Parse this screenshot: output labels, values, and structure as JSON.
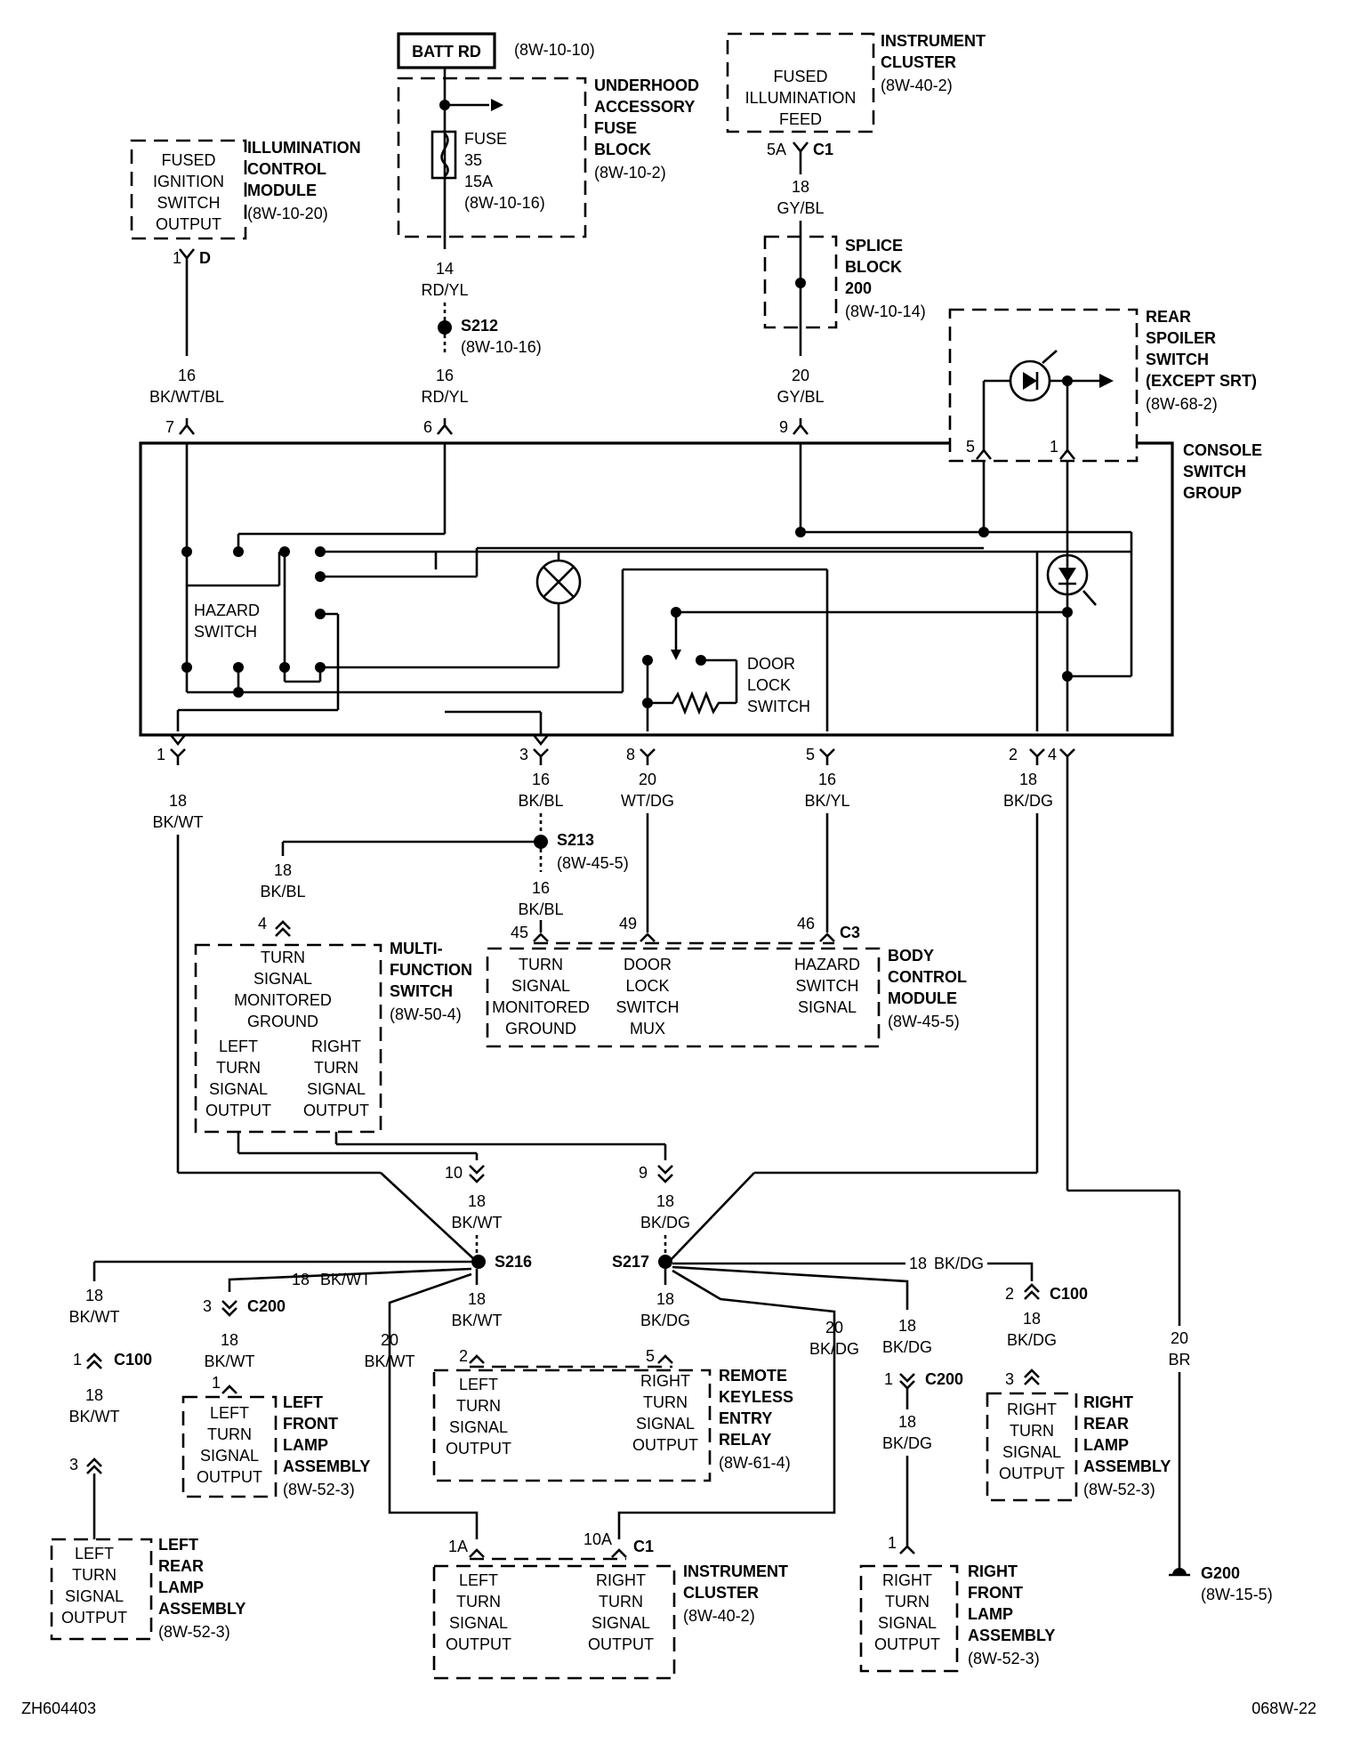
{
  "sources": {
    "batt_rd": "BATT RD",
    "batt_ref": "(8W-10-10)",
    "uafb": {
      "lines": [
        "UNDERHOOD",
        "ACCESSORY",
        "FUSE",
        "BLOCK"
      ],
      "ref": "(8W-10-2)",
      "fuse": [
        "FUSE",
        "35",
        "15A",
        "(8W-10-16)"
      ]
    },
    "icm": {
      "inside": [
        "FUSED",
        "IGNITION",
        "SWITCH",
        "OUTPUT"
      ],
      "lines": [
        "ILLUMINATION",
        "CONTROL",
        "MODULE"
      ],
      "ref": "(8W-10-20)",
      "pin": "1",
      "conn": "D"
    },
    "ic_top": {
      "inside": [
        "FUSED",
        "ILLUMINATION",
        "FEED"
      ],
      "lines": [
        "INSTRUMENT",
        "CLUSTER"
      ],
      "ref": "(8W-40-2)",
      "pin": "5A",
      "conn": "C1"
    },
    "splice200": {
      "lines": [
        "SPLICE",
        "BLOCK",
        "200"
      ],
      "ref": "(8W-10-14)"
    },
    "spoiler": {
      "lines": [
        "REAR",
        "SPOILER",
        "SWITCH",
        "(EXCEPT SRT)"
      ],
      "ref": "(8W-68-2)",
      "pin_a": "5",
      "pin_b": "1"
    }
  },
  "wires_top": {
    "w1": [
      "14",
      "RD/YL"
    ],
    "s212": {
      "name": "S212",
      "ref": "(8W-10-16)"
    },
    "w2": [
      "16",
      "RD/YL"
    ],
    "w3": [
      "16",
      "BK/WT/BL"
    ],
    "w4": [
      "18",
      "GY/BL"
    ],
    "w5": [
      "20",
      "GY/BL"
    ],
    "pins": [
      "7",
      "6",
      "9"
    ]
  },
  "csg": {
    "lines": [
      "CONSOLE",
      "SWITCH",
      "GROUP"
    ],
    "hazard": [
      "HAZARD",
      "SWITCH"
    ],
    "doorlock": [
      "DOOR",
      "LOCK",
      "SWITCH"
    ],
    "bottom_pins": [
      "1",
      "3",
      "8",
      "5",
      "2",
      "4"
    ]
  },
  "wires_mid": {
    "p1": [
      "18",
      "BK/WT"
    ],
    "p3": [
      "16",
      "BK/BL"
    ],
    "p8": [
      "20",
      "WT/DG"
    ],
    "p5": [
      "16",
      "BK/YL"
    ],
    "p2": [
      "18",
      "BK/DG"
    ],
    "s213": {
      "name": "S213",
      "ref": "(8W-45-5)"
    },
    "s213_left": [
      "18",
      "BK/BL"
    ],
    "s213_down": [
      "16",
      "BK/BL"
    ]
  },
  "mfs": {
    "pin": "4",
    "inside": [
      "TURN",
      "SIGNAL",
      "MONITORED",
      "GROUND"
    ],
    "left": [
      "LEFT",
      "TURN",
      "SIGNAL",
      "OUTPUT"
    ],
    "right": [
      "RIGHT",
      "TURN",
      "SIGNAL",
      "OUTPUT"
    ],
    "lines": [
      "MULTI-",
      "FUNCTION",
      "SWITCH"
    ],
    "ref": "(8W-50-4)",
    "out_pins": [
      "10",
      "9"
    ]
  },
  "bcm": {
    "pins": [
      "45",
      "49",
      "46"
    ],
    "conn": "C3",
    "col1": [
      "TURN",
      "SIGNAL",
      "MONITORED",
      "GROUND"
    ],
    "col2": [
      "DOOR",
      "LOCK",
      "SWITCH",
      "MUX"
    ],
    "col3": [
      "HAZARD",
      "SWITCH",
      "SIGNAL"
    ],
    "lines": [
      "BODY",
      "CONTROL",
      "MODULE"
    ],
    "ref": "(8W-45-5)"
  },
  "splices_low": {
    "s216": "S216",
    "s217": "S217",
    "w216": [
      "18",
      "BK/WT"
    ],
    "w217": [
      "18",
      "BK/DG"
    ],
    "br": [
      "20",
      "BR"
    ]
  },
  "lower": {
    "lr_wire1": [
      "18",
      "BK/WT"
    ],
    "lr_pin1": "1",
    "lr_conn1": "C100",
    "lr_wire2": [
      "18",
      "BK/WT"
    ],
    "lr_pin2": "3",
    "lr": {
      "inside": [
        "LEFT",
        "TURN",
        "SIGNAL",
        "OUTPUT"
      ],
      "lines": [
        "LEFT",
        "REAR",
        "LAMP",
        "ASSEMBLY"
      ],
      "ref": "(8W-52-3)"
    },
    "lf_top": [
      "18",
      "BK/WT"
    ],
    "lf_pin": "3",
    "lf_conn": "C200",
    "lf_wire": [
      "18",
      "BK/WT"
    ],
    "lf_pin2": "1",
    "lf": {
      "inside": [
        "LEFT",
        "TURN",
        "SIGNAL",
        "OUTPUT"
      ],
      "lines": [
        "LEFT",
        "FRONT",
        "LAMP",
        "ASSEMBLY"
      ],
      "ref": "(8W-52-3)"
    },
    "ic_left_wire": [
      "20",
      "BK/WT"
    ],
    "rke_wire_l": [
      "18",
      "BK/WT"
    ],
    "rke_wire_r": [
      "18",
      "BK/DG"
    ],
    "rke_pin_l": "2",
    "rke_pin_r": "5",
    "rke": {
      "left": [
        "LEFT",
        "TURN",
        "SIGNAL",
        "OUTPUT"
      ],
      "right": [
        "RIGHT",
        "TURN",
        "SIGNAL",
        "OUTPUT"
      ],
      "lines": [
        "REMOTE",
        "KEYLESS",
        "ENTRY",
        "RELAY"
      ],
      "ref": "(8W-61-4)"
    },
    "ic_right_wire": [
      "20",
      "BK/DG"
    ],
    "rf_wire1": [
      "18",
      "BK/DG"
    ],
    "rf_pin1": "1",
    "rf_conn1": "C200",
    "rf_wire2": [
      "18",
      "BK/DG"
    ],
    "rf_pin2": "1",
    "rf": {
      "inside": [
        "RIGHT",
        "TURN",
        "SIGNAL",
        "OUTPUT"
      ],
      "lines": [
        "RIGHT",
        "FRONT",
        "LAMP",
        "ASSEMBLY"
      ],
      "ref": "(8W-52-3)"
    },
    "rr_top": [
      "18",
      "BK/DG"
    ],
    "rr_pin1": "2",
    "rr_conn1": "C100",
    "rr_wire": [
      "18",
      "BK/DG"
    ],
    "rr_pin2": "3",
    "rr": {
      "inside": [
        "RIGHT",
        "TURN",
        "SIGNAL",
        "OUTPUT"
      ],
      "lines": [
        "RIGHT",
        "REAR",
        "LAMP",
        "ASSEMBLY"
      ],
      "ref": "(8W-52-3)"
    },
    "ic_pins": [
      "1A",
      "10A"
    ],
    "ic_conn": "C1",
    "ic": {
      "left": [
        "LEFT",
        "TURN",
        "SIGNAL",
        "OUTPUT"
      ],
      "right": [
        "RIGHT",
        "TURN",
        "SIGNAL",
        "OUTPUT"
      ],
      "lines": [
        "INSTRUMENT",
        "CLUSTER"
      ],
      "ref": "(8W-40-2)"
    },
    "g200": {
      "name": "G200",
      "ref": "(8W-15-5)"
    }
  },
  "footer": {
    "left": "ZH604403",
    "right": "068W-22"
  }
}
